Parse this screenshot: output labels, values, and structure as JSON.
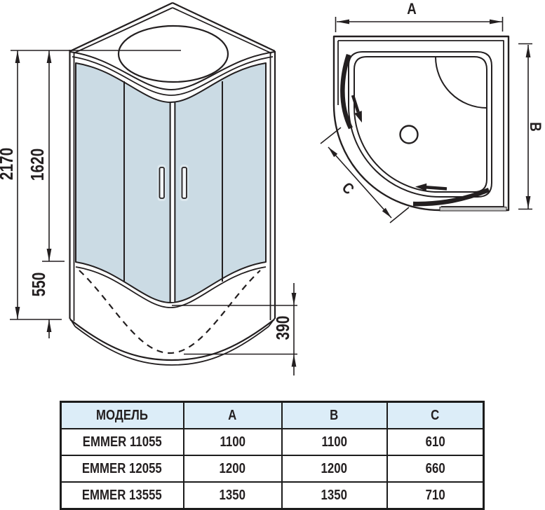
{
  "diagram": {
    "front_view": {
      "dims": {
        "total_height": "2170",
        "glass_height": "1620",
        "base_height": "550",
        "base_depth": "390"
      }
    },
    "top_view": {
      "dims": {
        "width": "A",
        "depth": "B",
        "entry": "C"
      }
    }
  },
  "table": {
    "headers": {
      "model": "МОДЕЛЬ",
      "a": "A",
      "b": "B",
      "c": "C"
    },
    "rows": [
      {
        "model": "EMMER 11055",
        "a": "1100",
        "b": "1100",
        "c": "610"
      },
      {
        "model": "EMMER 12055",
        "a": "1200",
        "b": "1200",
        "c": "660"
      },
      {
        "model": "EMMER 13555",
        "a": "1350",
        "b": "1350",
        "c": "710"
      }
    ]
  },
  "colors": {
    "glass": "#cbdbe4",
    "header_bg": "#dcedf8",
    "line": "#231f20",
    "rail_gray": "#c9c9c9"
  }
}
